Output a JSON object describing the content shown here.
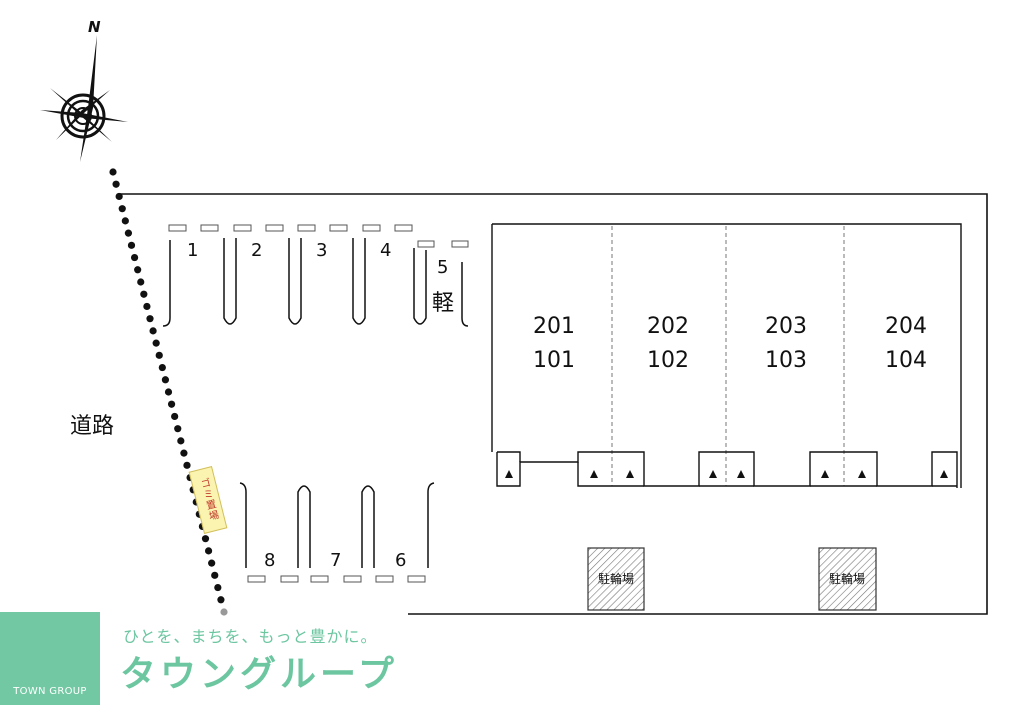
{
  "compass": {
    "north_label": "N"
  },
  "road": {
    "label": "道路"
  },
  "parking": {
    "top_row": [
      "1",
      "2",
      "3",
      "4"
    ],
    "compact": {
      "number": "5",
      "type": "軽"
    },
    "bottom_row": [
      "8",
      "7",
      "6"
    ]
  },
  "garbage": {
    "label": "ゴミ置場"
  },
  "units": [
    {
      "upper": "201",
      "lower": "101"
    },
    {
      "upper": "202",
      "lower": "102"
    },
    {
      "upper": "203",
      "lower": "103"
    },
    {
      "upper": "204",
      "lower": "104"
    }
  ],
  "bicycle_parking": [
    "駐輪場",
    "駐輪場"
  ],
  "logo": {
    "company": "TOWN GROUP",
    "slogan": "ひとを、まちを、もっと豊かに。",
    "brand": "タウングループ",
    "color": "#6cc6a0"
  }
}
